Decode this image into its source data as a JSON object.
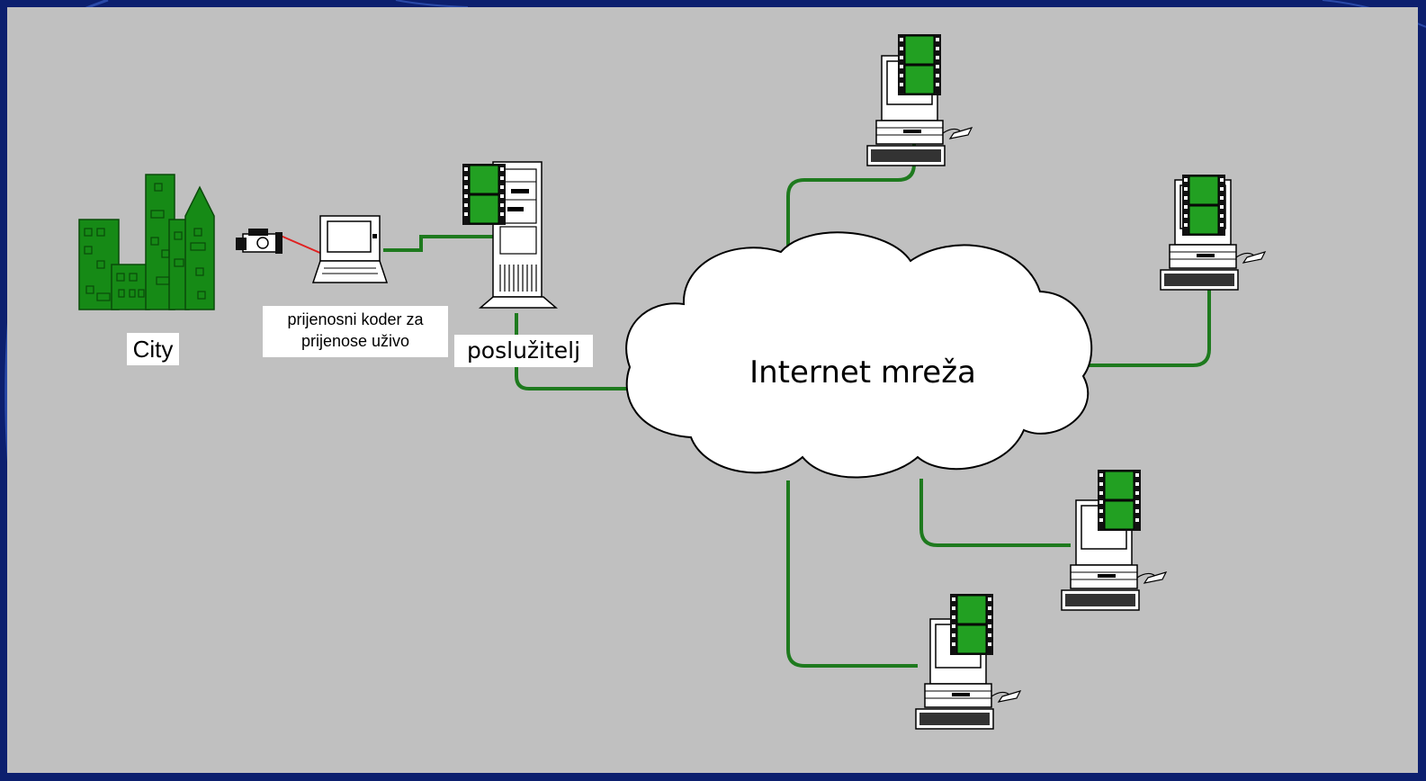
{
  "diagram": {
    "city_label": "City",
    "encoder_label_line1": "prijenosni koder za",
    "encoder_label_line2": "prijenose uživo",
    "server_label": "poslužitelj",
    "cloud_label": "Internet mreža"
  },
  "colors": {
    "frame": "#0c1f6e",
    "slide_background": "#c0c0c0",
    "building_green": "#168a16",
    "connection_green": "#1e7a1e",
    "camera_link_red": "#e02020",
    "cloud_fill": "#ffffff"
  },
  "icons": [
    "city-buildings-icon",
    "video-camera-icon",
    "laptop-icon",
    "server-tower-icon",
    "film-strip-icon",
    "desktop-computer-icon",
    "cloud-icon"
  ]
}
